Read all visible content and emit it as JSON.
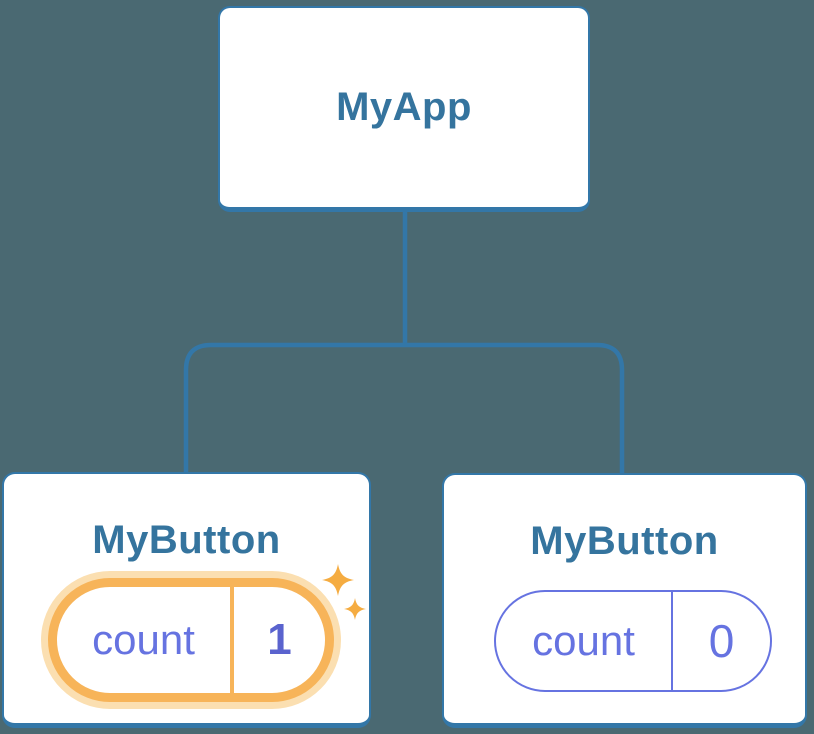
{
  "background_color": "#4A6972",
  "colors": {
    "node_fill": "#FFFFFF",
    "node_border": "#3377A8",
    "node_title_text": "#35749E",
    "connector_line": "#3377A8",
    "highlight_ring": "#F7B459",
    "highlight_halo": "#FBDFB1",
    "sparkle": "#F5AC41",
    "state_text": "#6673E1",
    "state_value_highlight_text": "#5A63CE"
  },
  "tree": {
    "root": {
      "label": "MyApp"
    },
    "children": [
      {
        "label": "MyButton",
        "state": {
          "key": "count",
          "value": "1"
        },
        "highlighted": true,
        "icons": [
          "sparkle-large-icon",
          "sparkle-small-icon"
        ]
      },
      {
        "label": "MyButton",
        "state": {
          "key": "count",
          "value": "0"
        },
        "highlighted": false
      }
    ]
  }
}
